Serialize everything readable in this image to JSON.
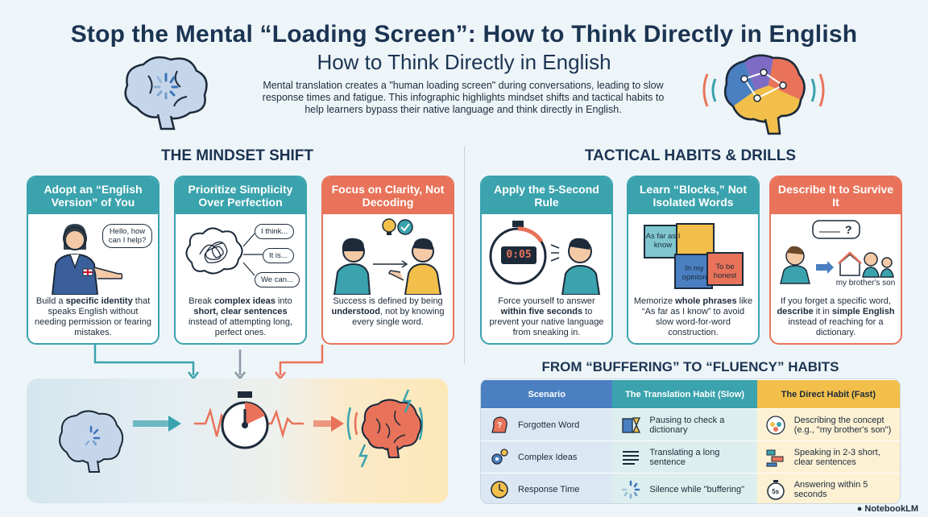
{
  "header": {
    "title": "Stop the Mental “Loading Screen”: How to Think Directly in English",
    "subtitle": "How to Think Directly in English",
    "intro": "Mental translation creates a \"human loading screen\" during conversations, leading to slow response times and fatigue. This infographic highlights mindset shifts and tactical habits to help learners bypass their native language and think directly in English."
  },
  "mindset": {
    "title": "THE MINDSET SHIFT",
    "cards": [
      {
        "heading": "Adopt an “English Version” of You",
        "bubble": "Hello, how can I help?",
        "text_pre": "Build a ",
        "text_bold1": "specific identity",
        "text_post": " that speaks English without needing permission or fearing mistakes."
      },
      {
        "heading": "Prioritize Simplicity Over Perfection",
        "bubbles": [
          "I think...",
          "It is...",
          "We can..."
        ],
        "text_pre": "Break ",
        "text_bold1": "complex ideas",
        "text_mid": " into ",
        "text_bold2": "short, clear sentences",
        "text_post": " instead of attempting long, perfect ones."
      },
      {
        "heading": "Focus on Clarity, Not Decoding",
        "text_pre": "Success is defined by being ",
        "text_bold1": "understood",
        "text_post": ", not by knowing every single word."
      }
    ]
  },
  "tactical": {
    "title": "TACTICAL HABITS & DRILLS",
    "cards": [
      {
        "heading": "Apply the 5-Second Rule",
        "timer": "0:05",
        "text_pre": "Force yourself to answer ",
        "text_bold1": "within five seconds",
        "text_post": " to prevent your native language from sneaking in."
      },
      {
        "heading": "Learn “Blocks,” Not Isolated Words",
        "puzzle": [
          "As far as I know",
          "In my opinion",
          "To be honest"
        ],
        "text_pre": "Memorize ",
        "text_bold1": "whole phrases",
        "text_post": " like “As far as I know” to avoid slow word-for-word construction."
      },
      {
        "heading": "Describe It to Survive It",
        "caption": "my brother's son",
        "text_pre": "If you forget a specific word, ",
        "text_bold1": "describe",
        "text_mid": " it in ",
        "text_bold2": "simple English",
        "text_post": " instead of reaching for a dictionary."
      }
    ]
  },
  "habits": {
    "title": "FROM “BUFFERING” TO “FLUENCY” HABITS",
    "columns": [
      "Scenario",
      "The Translation Habit (Slow)",
      "The Direct Habit (Fast)"
    ],
    "rows": [
      {
        "scenario": "Forgotten Word",
        "translation": "Pausing to check a dictionary",
        "direct": "Describing the concept (e.g., \"my brother's son\")"
      },
      {
        "scenario": "Complex Ideas",
        "translation": "Translating a long sentence",
        "direct": "Speaking in 2-3 short, clear sentences"
      },
      {
        "scenario": "Response Time",
        "translation": "Silence while \"buffering\"",
        "direct": "Answering within 5 seconds"
      }
    ],
    "timer_icon_label": "5s"
  },
  "footer": {
    "brand": "NotebookLM"
  },
  "colors": {
    "teal": "#3aa3ad",
    "orange": "#e8735a",
    "navy": "#1b3452",
    "blue": "#4a7fc1",
    "yellow": "#f2bf4b"
  }
}
